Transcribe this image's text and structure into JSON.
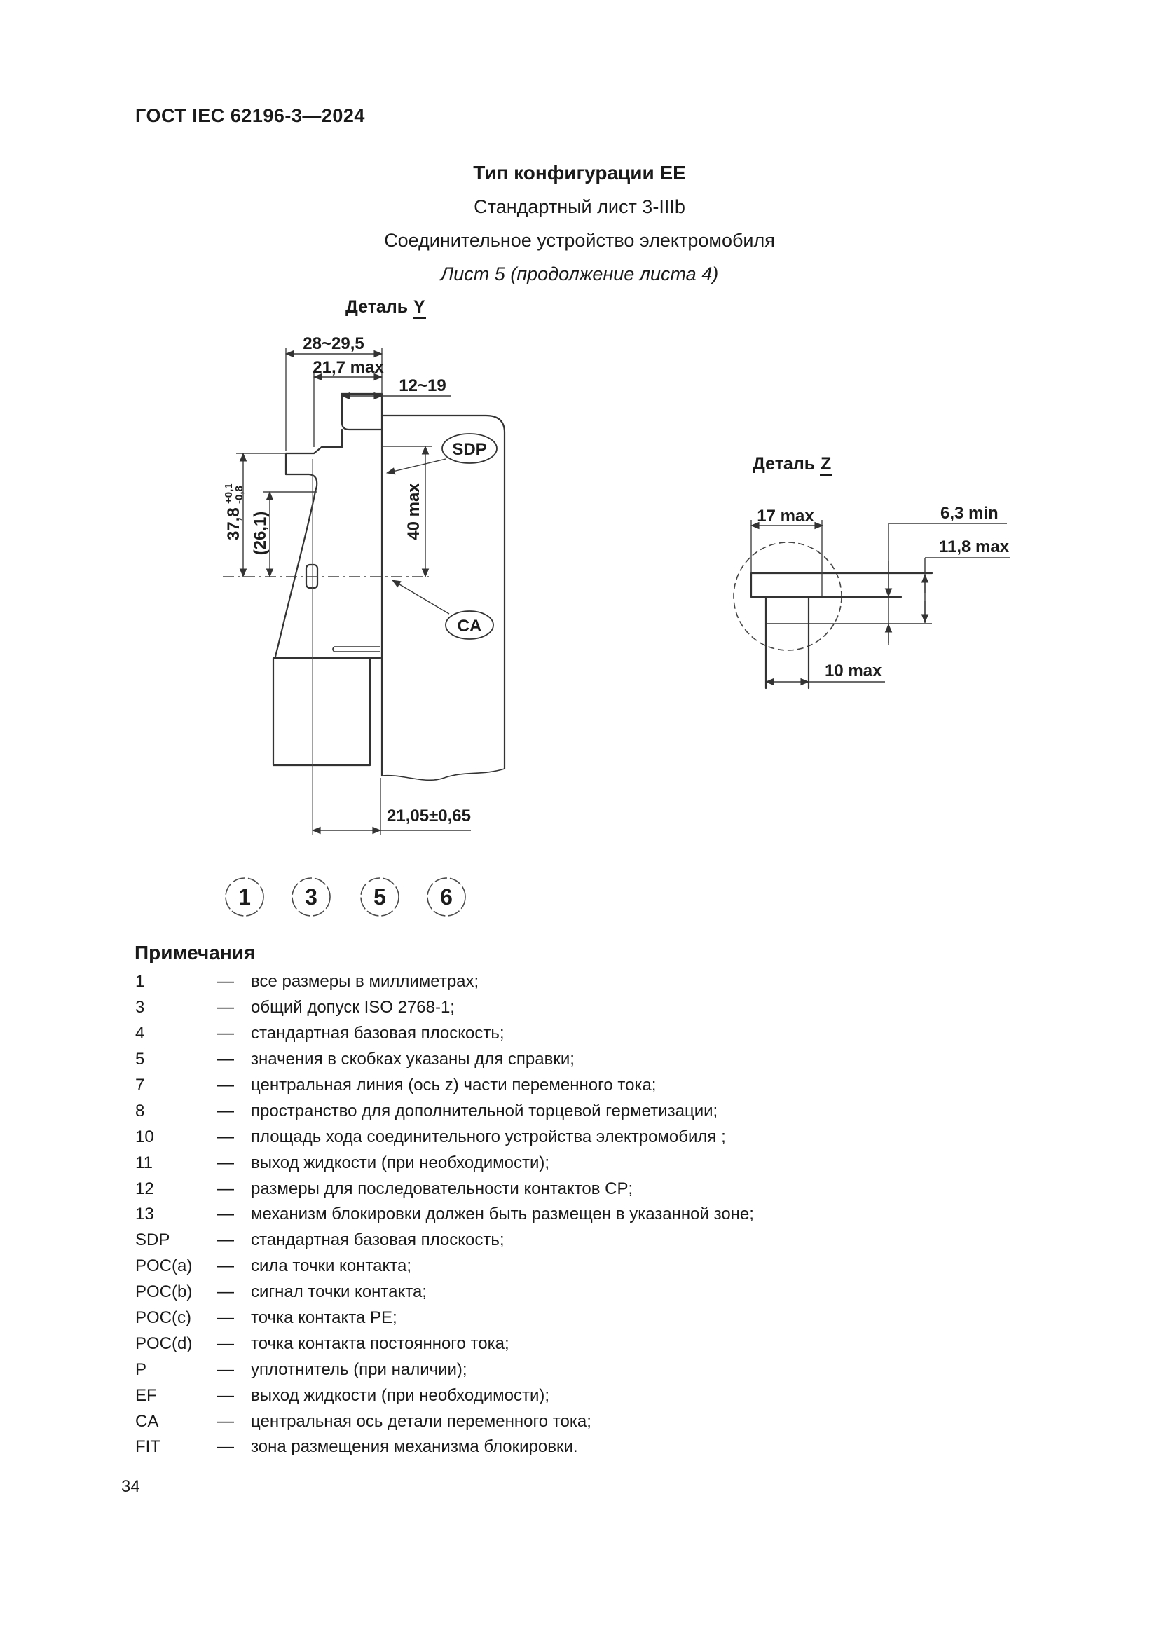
{
  "page": {
    "header": "ГОСТ IEC 62196-3—2024",
    "page_number": "34"
  },
  "titles": {
    "line1": "Тип конфигурации ЕЕ",
    "line2": "Стандартный лист 3-IIIb",
    "line3": "Соединительное устройство электромобиля",
    "line4": "Лист 5 (продолжение листа 4)"
  },
  "detail_y": {
    "label_prefix": "Деталь",
    "label_letter": "Y",
    "dims": {
      "width_range": "28~29,5",
      "flange_width": "21,7 max",
      "tab_range": "12~19",
      "height": "40 max",
      "depth_main": "37,8",
      "tol_plus": "+0,1",
      "tol_minus": "-0,8",
      "depth_ref": "(26,1)",
      "offset": "21,05±0,65"
    },
    "callouts": {
      "sdp": "SDP",
      "ca": "CA"
    }
  },
  "detail_z": {
    "label_prefix": "Деталь",
    "label_letter": "Z",
    "dims": {
      "bar_width": "17 max",
      "gap_min": "6,3 min",
      "depth_max": "11,8 max",
      "stem_width": "10 max"
    }
  },
  "callout_numbers": [
    "1",
    "3",
    "5",
    "6"
  ],
  "notes": {
    "heading": "Примечания",
    "dash": "—",
    "items": [
      {
        "label": "1",
        "text": "все размеры в миллиметрах;"
      },
      {
        "label": "3",
        "text": "общий допуск ISO 2768-1;"
      },
      {
        "label": "4",
        "text": "стандартная базовая плоскость;"
      },
      {
        "label": "5",
        "text": "значения в скобках указаны для справки;"
      },
      {
        "label": "7",
        "text": "центральная линия (ось z) части переменного тока;"
      },
      {
        "label": "8",
        "text": "пространство для дополнительной торцевой герметизации;"
      },
      {
        "label": "10",
        "text": "площадь хода соединительного устройства электромобиля ;"
      },
      {
        "label": "11",
        "text": "выход жидкости (при необходимости);"
      },
      {
        "label": "12",
        "text": "размеры для последовательности контактов CP;"
      },
      {
        "label": "13",
        "text": "механизм блокировки должен быть размещен в указанной зоне;"
      },
      {
        "label": "SDP",
        "text": "стандартная базовая плоскость;"
      },
      {
        "label": "POC(a)",
        "text": "сила точки контакта;"
      },
      {
        "label": "POC(b)",
        "text": "сигнал точки контакта;"
      },
      {
        "label": "POC(c)",
        "text": "точка контакта PE;"
      },
      {
        "label": "POC(d)",
        "text": "точка контакта постоянного тока;"
      },
      {
        "label": "P",
        "text": "уплотнитель (при наличии);"
      },
      {
        "label": "EF",
        "text": "выход жидкости (при необходимости);"
      },
      {
        "label": "CA",
        "text": "центральная ось детали переменного тока;"
      },
      {
        "label": "FIT",
        "text": "зона размещения механизма блокировки."
      }
    ]
  }
}
